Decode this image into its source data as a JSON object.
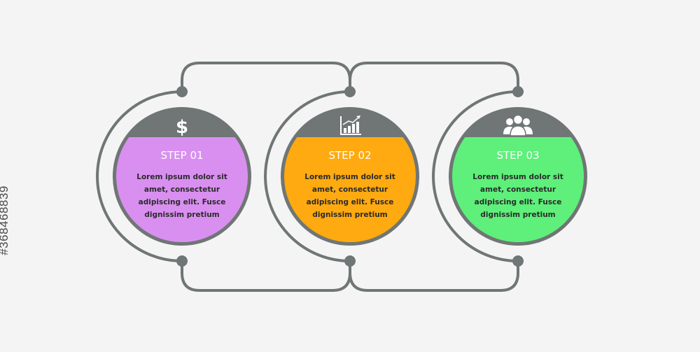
{
  "colors": {
    "background": "#f5f4f5",
    "connector": "#6f7675",
    "header_band": "#6f7675"
  },
  "steps": [
    {
      "title": "STEP 01",
      "icon": "dollar-icon",
      "color": "#d98ff0",
      "lines": [
        "Lorem ipsum dolor sit",
        "amet, consectetur",
        "adipiscing elit. Fusce",
        "dignissim pretium"
      ]
    },
    {
      "title": "STEP 02",
      "icon": "bar-chart-icon",
      "color": "#ffaa10",
      "lines": [
        "Lorem ipsum dolor sit",
        "amet, consectetur",
        "adipiscing elit. Fusce",
        "dignissim pretium"
      ]
    },
    {
      "title": "STEP 03",
      "icon": "users-icon",
      "color": "#5ef07a",
      "lines": [
        "Lorem ipsum dolor sit",
        "amet, consectetur",
        "adipiscing elit. Fusce",
        "dignissim pretium"
      ]
    }
  ],
  "watermark_id": "#368468839"
}
